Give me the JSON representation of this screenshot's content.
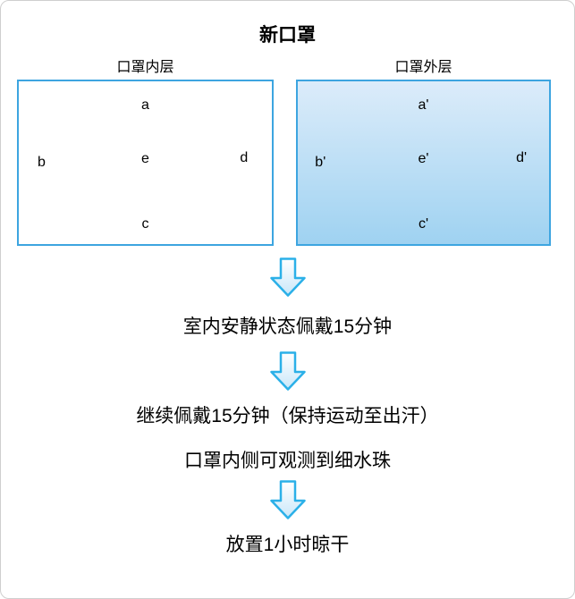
{
  "title": "新口罩",
  "inner_layer": {
    "label": "口罩内层",
    "points": {
      "top": "a",
      "left": "b",
      "center": "e",
      "right": "d",
      "bottom": "c"
    }
  },
  "outer_layer": {
    "label": "口罩外层",
    "points": {
      "top": "a'",
      "left": "b'",
      "center": "e'",
      "right": "d'",
      "bottom": "c'"
    }
  },
  "steps": {
    "step1": "室内安静状态佩戴15分钟",
    "step2_line1": "继续佩戴15分钟（保持运动至出汗）",
    "step2_line2": "口罩内侧可观测到细水珠",
    "step3": "放置1小时晾干"
  },
  "colors": {
    "box-border": "#3da5e0",
    "arrow-stroke": "#2bb0e8",
    "outer-fill-top": "#dcecfa",
    "outer-fill-bottom": "#9fd2f1",
    "text-color": "#000000"
  }
}
